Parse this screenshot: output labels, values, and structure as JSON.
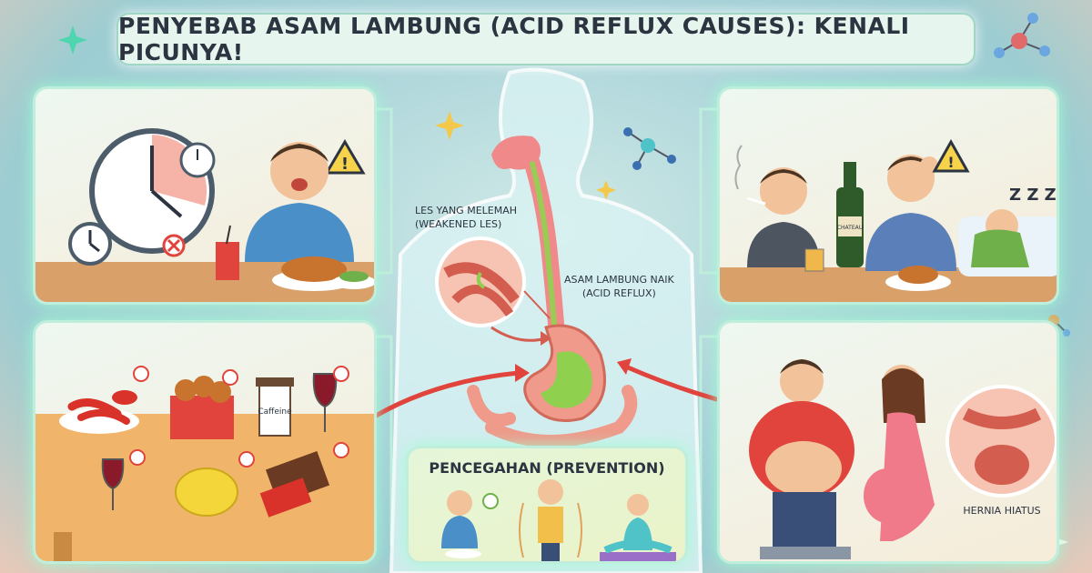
{
  "title": "PENYEBAB ASAM LAMBUNG (ACID REFLUX CAUSES): KENALI PICUNYA!",
  "diagram": {
    "les_label_line1": "LES YANG MELEMAH",
    "les_label_line2": "(WEAKENED LES)",
    "reflux_label_line1": "ASAM LAMBUNG NAIK",
    "reflux_label_line2": "(ACID REFLUX)"
  },
  "panels": {
    "foods": {
      "cup_label": "Caffeine"
    },
    "lifestyle": {
      "bottle_label": "CHATEAU",
      "sleep_text": "Z Z Z"
    },
    "pressure": {
      "hernia_label": "HERNIA HIATUS"
    },
    "prevention": {
      "title": "PENCEGAHAN (PREVENTION)"
    }
  },
  "colors": {
    "panel_glow": "#bfeedd",
    "arrow": "#e0443c",
    "stomach_acid": "#8fd14f"
  }
}
